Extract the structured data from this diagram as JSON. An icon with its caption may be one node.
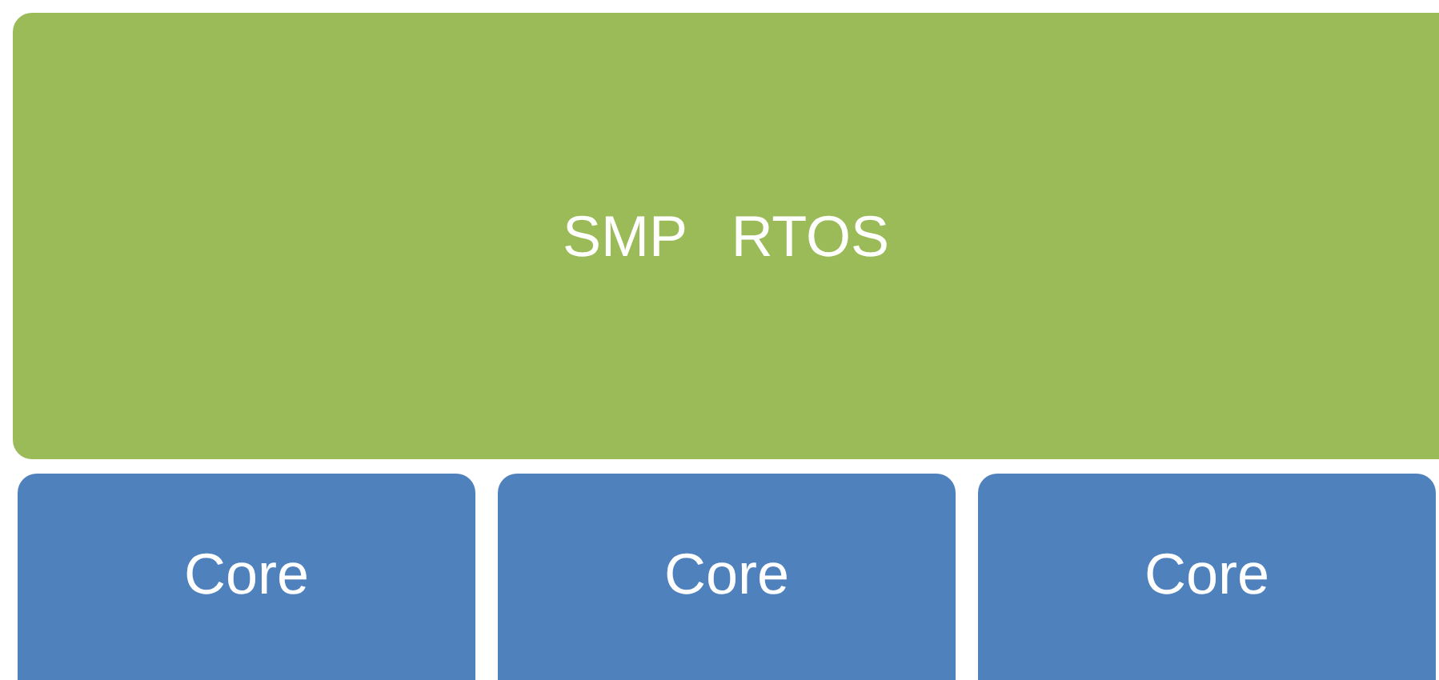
{
  "diagram": {
    "nodes": [
      {
        "text": [
          "SMP RTOS"
        ]
      },
      {
        "text": [
          "Core"
        ]
      },
      {
        "text": [
          "Core"
        ]
      },
      {
        "text": [
          "Core"
        ]
      }
    ]
  }
}
